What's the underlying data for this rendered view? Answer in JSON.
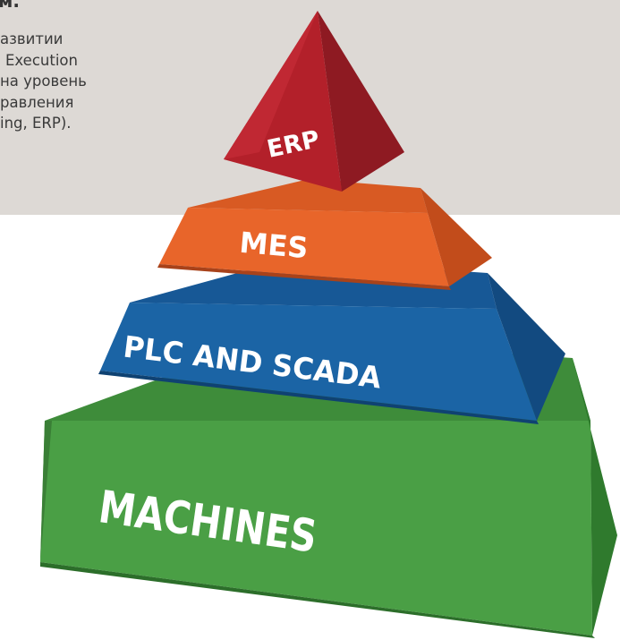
{
  "intro": {
    "heading_fragment": "м.",
    "text_lines": [
      "азвитии",
      "Execution",
      "на уровень",
      "равления",
      "ing, ERP)."
    ]
  },
  "pyramid": {
    "levels": [
      {
        "label": "ERP",
        "color": "#b3202a"
      },
      {
        "label": "MES",
        "color": "#e8652a"
      },
      {
        "label": "PLC AND SCADA",
        "color": "#1b64a5"
      },
      {
        "label": "MACHINES",
        "color": "#4a9f45"
      }
    ]
  }
}
